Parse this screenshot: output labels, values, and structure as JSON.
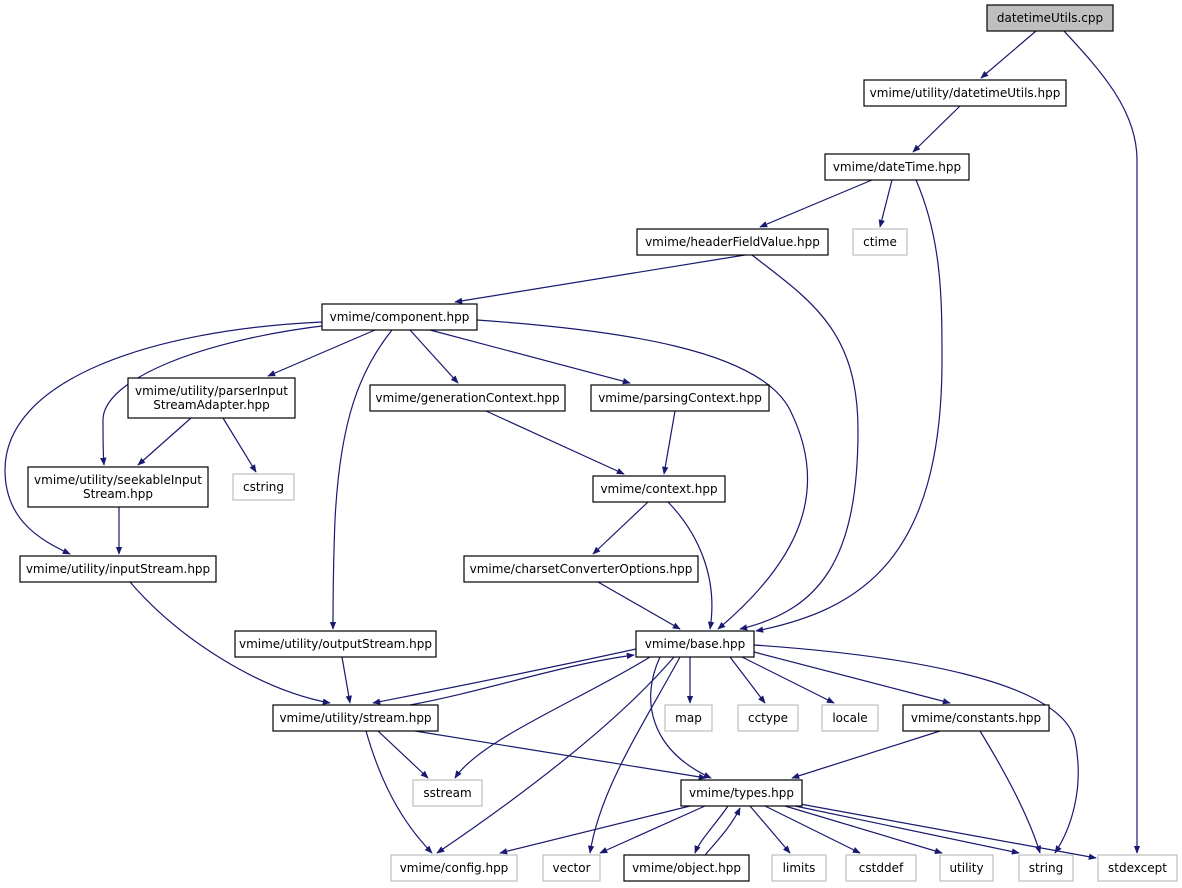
{
  "diagram": {
    "title": "",
    "colors": {
      "edge": "#191970",
      "project_border": "#000000",
      "external_border": "#bfbfbf",
      "root_fill": "#bfbfbf",
      "text": "#000000",
      "external_text": "#000000"
    },
    "nodes": [
      {
        "id": "datetimeUtils_cpp",
        "lines": [
          "datetimeUtils.cpp"
        ],
        "kind": "root"
      },
      {
        "id": "utility_datetimeUtils_hpp",
        "lines": [
          "vmime/utility/datetimeUtils.hpp"
        ],
        "kind": "project"
      },
      {
        "id": "dateTime_hpp",
        "lines": [
          "vmime/dateTime.hpp"
        ],
        "kind": "project"
      },
      {
        "id": "headerFieldValue_hpp",
        "lines": [
          "vmime/headerFieldValue.hpp"
        ],
        "kind": "project"
      },
      {
        "id": "ctime",
        "lines": [
          "ctime"
        ],
        "kind": "external"
      },
      {
        "id": "component_hpp",
        "lines": [
          "vmime/component.hpp"
        ],
        "kind": "project"
      },
      {
        "id": "parserInputStreamAdapter_hpp",
        "lines": [
          "vmime/utility/parserInput",
          "StreamAdapter.hpp"
        ],
        "kind": "project"
      },
      {
        "id": "generationContext_hpp",
        "lines": [
          "vmime/generationContext.hpp"
        ],
        "kind": "project"
      },
      {
        "id": "parsingContext_hpp",
        "lines": [
          "vmime/parsingContext.hpp"
        ],
        "kind": "project"
      },
      {
        "id": "seekableInputStream_hpp",
        "lines": [
          "vmime/utility/seekableInput",
          "Stream.hpp"
        ],
        "kind": "project"
      },
      {
        "id": "cstring",
        "lines": [
          "cstring"
        ],
        "kind": "external"
      },
      {
        "id": "context_hpp",
        "lines": [
          "vmime/context.hpp"
        ],
        "kind": "project"
      },
      {
        "id": "inputStream_hpp",
        "lines": [
          "vmime/utility/inputStream.hpp"
        ],
        "kind": "project"
      },
      {
        "id": "charsetConverterOptions_hpp",
        "lines": [
          "vmime/charsetConverterOptions.hpp"
        ],
        "kind": "project"
      },
      {
        "id": "outputStream_hpp",
        "lines": [
          "vmime/utility/outputStream.hpp"
        ],
        "kind": "project"
      },
      {
        "id": "base_hpp",
        "lines": [
          "vmime/base.hpp"
        ],
        "kind": "project"
      },
      {
        "id": "stream_hpp",
        "lines": [
          "vmime/utility/stream.hpp"
        ],
        "kind": "project"
      },
      {
        "id": "map",
        "lines": [
          "map"
        ],
        "kind": "external"
      },
      {
        "id": "cctype",
        "lines": [
          "cctype"
        ],
        "kind": "external"
      },
      {
        "id": "locale",
        "lines": [
          "locale"
        ],
        "kind": "external"
      },
      {
        "id": "constants_hpp",
        "lines": [
          "vmime/constants.hpp"
        ],
        "kind": "project"
      },
      {
        "id": "sstream",
        "lines": [
          "sstream"
        ],
        "kind": "external"
      },
      {
        "id": "types_hpp",
        "lines": [
          "vmime/types.hpp"
        ],
        "kind": "project"
      },
      {
        "id": "config_hpp",
        "lines": [
          "vmime/config.hpp"
        ],
        "kind": "external"
      },
      {
        "id": "vector",
        "lines": [
          "vector"
        ],
        "kind": "external"
      },
      {
        "id": "object_hpp",
        "lines": [
          "vmime/object.hpp"
        ],
        "kind": "project"
      },
      {
        "id": "limits",
        "lines": [
          "limits"
        ],
        "kind": "external"
      },
      {
        "id": "cstddef",
        "lines": [
          "cstddef"
        ],
        "kind": "external"
      },
      {
        "id": "utility",
        "lines": [
          "utility"
        ],
        "kind": "external"
      },
      {
        "id": "string",
        "lines": [
          "string"
        ],
        "kind": "external"
      },
      {
        "id": "stdexcept",
        "lines": [
          "stdexcept"
        ],
        "kind": "external"
      }
    ],
    "edges": [
      {
        "from": "datetimeUtils_cpp",
        "to": "utility_datetimeUtils_hpp"
      },
      {
        "from": "datetimeUtils_cpp",
        "to": "stdexcept"
      },
      {
        "from": "utility_datetimeUtils_hpp",
        "to": "dateTime_hpp"
      },
      {
        "from": "dateTime_hpp",
        "to": "headerFieldValue_hpp"
      },
      {
        "from": "dateTime_hpp",
        "to": "ctime"
      },
      {
        "from": "dateTime_hpp",
        "to": "base_hpp"
      },
      {
        "from": "headerFieldValue_hpp",
        "to": "component_hpp"
      },
      {
        "from": "headerFieldValue_hpp",
        "to": "base_hpp"
      },
      {
        "from": "component_hpp",
        "to": "parserInputStreamAdapter_hpp"
      },
      {
        "from": "component_hpp",
        "to": "generationContext_hpp"
      },
      {
        "from": "component_hpp",
        "to": "parsingContext_hpp"
      },
      {
        "from": "component_hpp",
        "to": "seekableInputStream_hpp"
      },
      {
        "from": "component_hpp",
        "to": "inputStream_hpp"
      },
      {
        "from": "component_hpp",
        "to": "outputStream_hpp"
      },
      {
        "from": "component_hpp",
        "to": "base_hpp"
      },
      {
        "from": "parserInputStreamAdapter_hpp",
        "to": "seekableInputStream_hpp"
      },
      {
        "from": "parserInputStreamAdapter_hpp",
        "to": "cstring"
      },
      {
        "from": "seekableInputStream_hpp",
        "to": "inputStream_hpp"
      },
      {
        "from": "generationContext_hpp",
        "to": "context_hpp"
      },
      {
        "from": "parsingContext_hpp",
        "to": "context_hpp"
      },
      {
        "from": "context_hpp",
        "to": "charsetConverterOptions_hpp"
      },
      {
        "from": "context_hpp",
        "to": "base_hpp"
      },
      {
        "from": "charsetConverterOptions_hpp",
        "to": "base_hpp"
      },
      {
        "from": "inputStream_hpp",
        "to": "stream_hpp"
      },
      {
        "from": "outputStream_hpp",
        "to": "stream_hpp"
      },
      {
        "from": "base_hpp",
        "to": "stream_hpp"
      },
      {
        "from": "stream_hpp",
        "to": "base_hpp"
      },
      {
        "from": "base_hpp",
        "to": "map"
      },
      {
        "from": "base_hpp",
        "to": "cctype"
      },
      {
        "from": "base_hpp",
        "to": "locale"
      },
      {
        "from": "base_hpp",
        "to": "constants_hpp"
      },
      {
        "from": "base_hpp",
        "to": "sstream"
      },
      {
        "from": "base_hpp",
        "to": "types_hpp"
      },
      {
        "from": "base_hpp",
        "to": "config_hpp"
      },
      {
        "from": "base_hpp",
        "to": "vector"
      },
      {
        "from": "base_hpp",
        "to": "string"
      },
      {
        "from": "stream_hpp",
        "to": "sstream"
      },
      {
        "from": "stream_hpp",
        "to": "types_hpp"
      },
      {
        "from": "stream_hpp",
        "to": "config_hpp"
      },
      {
        "from": "constants_hpp",
        "to": "types_hpp"
      },
      {
        "from": "constants_hpp",
        "to": "string"
      },
      {
        "from": "types_hpp",
        "to": "config_hpp"
      },
      {
        "from": "types_hpp",
        "to": "vector"
      },
      {
        "from": "types_hpp",
        "to": "object_hpp"
      },
      {
        "from": "object_hpp",
        "to": "types_hpp"
      },
      {
        "from": "types_hpp",
        "to": "limits"
      },
      {
        "from": "types_hpp",
        "to": "cstddef"
      },
      {
        "from": "types_hpp",
        "to": "utility"
      },
      {
        "from": "types_hpp",
        "to": "string"
      },
      {
        "from": "types_hpp",
        "to": "stdexcept"
      }
    ]
  }
}
